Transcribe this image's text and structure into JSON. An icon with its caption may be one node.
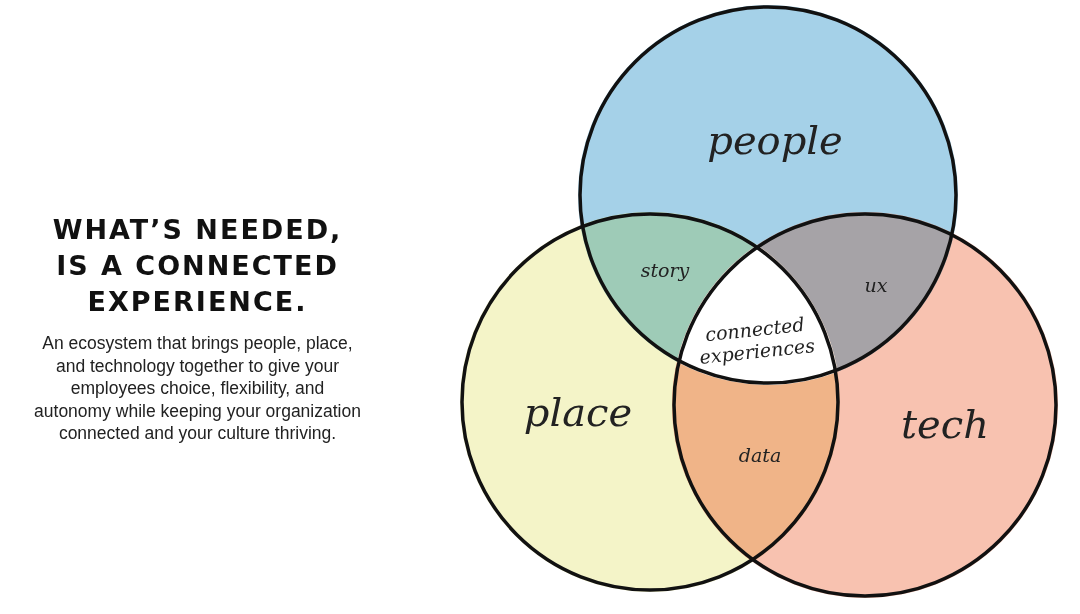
{
  "diagram": {
    "title": "WHAT’S NEEDED, IS A CONNECTED EXPERIENCE.",
    "nodes": [
      {
        "text": [
          "people"
        ]
      },
      {
        "text": [
          "place"
        ]
      },
      {
        "text": [
          "tech"
        ]
      }
    ],
    "labels": [
      "An ecosystem that brings people, place, and technology together to give your employees choice, flexibility, and autonomy while keeping your organization connected and your culture thriving.",
      "story",
      "ux",
      "connected experiences",
      "data"
    ]
  }
}
